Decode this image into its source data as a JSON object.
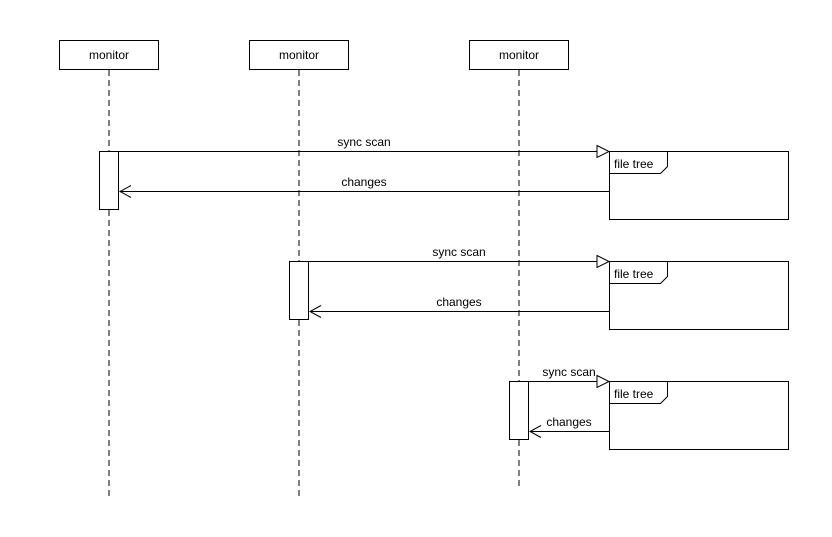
{
  "diagram": {
    "participants": [
      {
        "id": "p1",
        "label": "monitor"
      },
      {
        "id": "p2",
        "label": "monitor"
      },
      {
        "id": "p3",
        "label": "monitor"
      }
    ],
    "interactions": [
      {
        "participant": "p1",
        "request_label": "sync scan",
        "frame_label": "file tree",
        "response_label": "changes"
      },
      {
        "participant": "p2",
        "request_label": "sync scan",
        "frame_label": "file tree",
        "response_label": "changes"
      },
      {
        "participant": "p3",
        "request_label": "sync scan",
        "frame_label": "file tree",
        "response_label": "changes"
      }
    ],
    "colors": {
      "stroke": "#000000",
      "background": "#ffffff"
    }
  }
}
